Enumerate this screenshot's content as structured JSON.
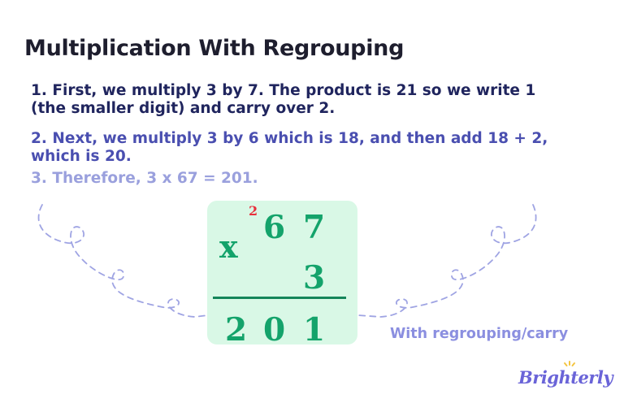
{
  "title": "Multiplication With Regrouping",
  "steps": [
    {
      "line1": "1. First, we multiply 3 by 7. The product is 21 so we write 1",
      "line2": "(the smaller digit) and carry over 2."
    },
    {
      "line1": "2. Next, we multiply 3 by 6 which is 18, and then add 18 + 2,",
      "line2": "which is 20."
    },
    {
      "line1": "3. Therefore, 3 x 67 = 201."
    }
  ],
  "problem": {
    "carry": "2",
    "top_tens": "6",
    "top_ones": "7",
    "operator": "x",
    "bottom_ones": "3",
    "result_hundreds": "2",
    "result_tens": "0",
    "result_ones": "1"
  },
  "note": "With regrouping/carry",
  "logo": "Brighterly",
  "colors": {
    "title": "#1e1e2e",
    "step1": "#20255e",
    "step2": "#4a4fb0",
    "step3": "#9aa0dd",
    "card_bg": "#d9f8e6",
    "digits": "#14a36b",
    "carry": "#e8303c",
    "note": "#8b8fe0",
    "logo": "#6a64d8"
  }
}
